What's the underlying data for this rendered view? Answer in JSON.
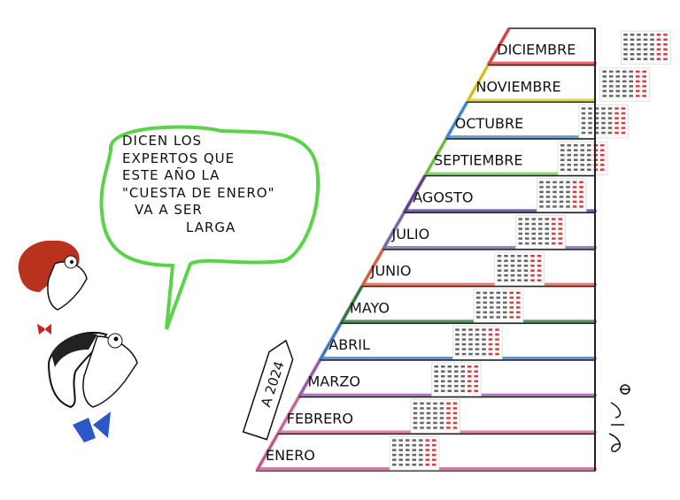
{
  "speech_bubble": {
    "lines": [
      "DICEN LOS",
      "EXPERTOS QUE",
      "ESTE AÑO LA",
      "\"CUESTA DE ENERO\"",
      "VA A SER",
      "LARGA"
    ],
    "border_color": "#5ad24a"
  },
  "sign": {
    "label": "A 2024"
  },
  "signature": "Ulises",
  "months": [
    {
      "name": "DICIEMBRE",
      "color": "#e04040"
    },
    {
      "name": "NOVIEMBRE",
      "color": "#e0d020"
    },
    {
      "name": "OCTUBRE",
      "color": "#3a8ad8"
    },
    {
      "name": "SEPTIEMBRE",
      "color": "#6ccc40"
    },
    {
      "name": "AGOSTO",
      "color": "#5a3a90"
    },
    {
      "name": "JULIO",
      "color": "#7a6aa8"
    },
    {
      "name": "JUNIO",
      "color": "#e06040"
    },
    {
      "name": "MAYO",
      "color": "#2a7a3a"
    },
    {
      "name": "ABRIL",
      "color": "#3a7ad0"
    },
    {
      "name": "MARZO",
      "color": "#a05ab0"
    },
    {
      "name": "FEBRERO",
      "color": "#d86a9a"
    },
    {
      "name": "ENERO",
      "color": "#c85a8a"
    }
  ]
}
